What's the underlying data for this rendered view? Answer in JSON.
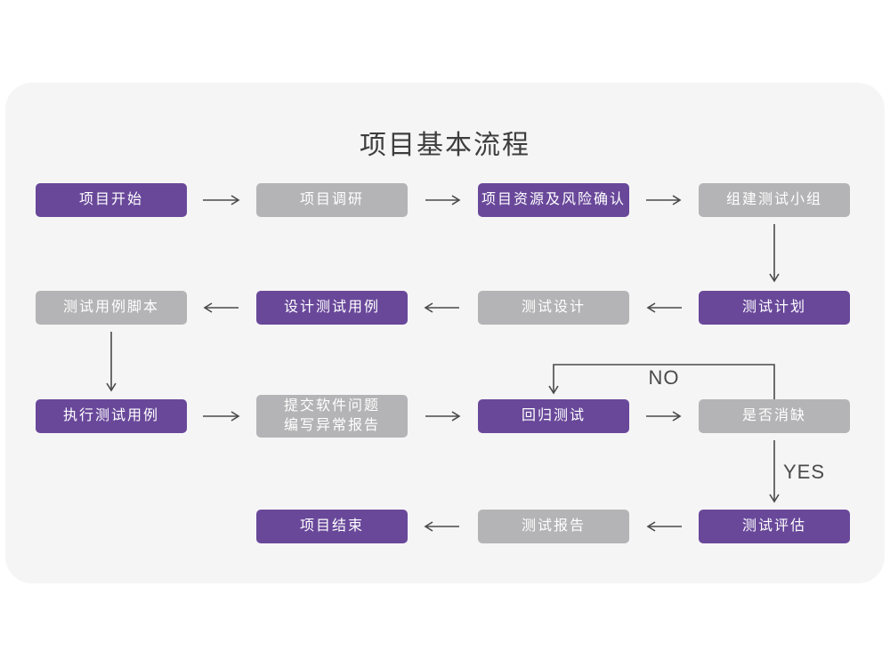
{
  "title": "项目基本流程",
  "edge_labels": {
    "no": "NO",
    "yes": "YES"
  },
  "colors": {
    "purple": "#69489a",
    "gray": "#b4b3b5",
    "arrow": "#4a4a4a",
    "card_bg": "#f6f5f6",
    "title_text": "#3d3d3d",
    "box_text": "#ffffff"
  },
  "nodes": [
    {
      "id": "project-start",
      "label": "项目开始",
      "variant": "purple"
    },
    {
      "id": "project-research",
      "label": "项目调研",
      "variant": "gray"
    },
    {
      "id": "resource-risk-confirm",
      "label": "项目资源及风险确认",
      "variant": "purple"
    },
    {
      "id": "build-test-team",
      "label": "组建测试小组",
      "variant": "gray"
    },
    {
      "id": "test-case-script",
      "label": "测试用例脚本",
      "variant": "gray"
    },
    {
      "id": "design-test-case",
      "label": "设计测试用例",
      "variant": "purple"
    },
    {
      "id": "test-design",
      "label": "测试设计",
      "variant": "gray"
    },
    {
      "id": "test-plan",
      "label": "测试计划",
      "variant": "purple"
    },
    {
      "id": "execute-test-case",
      "label": "执行测试用例",
      "variant": "purple"
    },
    {
      "id": "submit-issue-report",
      "label": "提交软件问题\n编写异常报告",
      "variant": "gray"
    },
    {
      "id": "regression-test",
      "label": "回归测试",
      "variant": "purple"
    },
    {
      "id": "defect-cleared",
      "label": "是否消缺",
      "variant": "gray"
    },
    {
      "id": "project-end",
      "label": "项目结束",
      "variant": "purple"
    },
    {
      "id": "test-report",
      "label": "测试报告",
      "variant": "gray"
    },
    {
      "id": "test-evaluation",
      "label": "测试评估",
      "variant": "purple"
    }
  ]
}
